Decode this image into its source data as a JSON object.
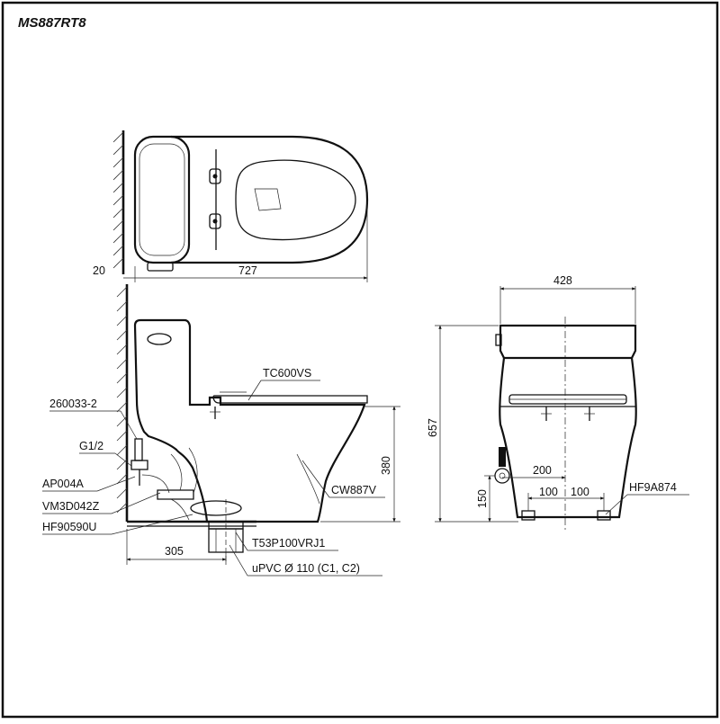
{
  "model": "MS887RT8",
  "dims": {
    "wall_gap": "20",
    "length": "727",
    "width": "428",
    "height": "657",
    "seat_height": "380",
    "rough_in": "305",
    "inlet_height": "150",
    "fix_spacing": "200",
    "fix_left": "100",
    "fix_right": "100"
  },
  "parts": {
    "seat": "TC600VS",
    "angle_valve": "260033-2",
    "inlet": "G1/2",
    "hose": "AP004A",
    "valve_kit": "VM3D042Z",
    "flange": "HF90590U",
    "bowl": "CW887V",
    "adapter": "T53P100VRJ1",
    "pipe": "uPVC Ø 110 (C1, C2)",
    "bolt": "HF9A874"
  }
}
